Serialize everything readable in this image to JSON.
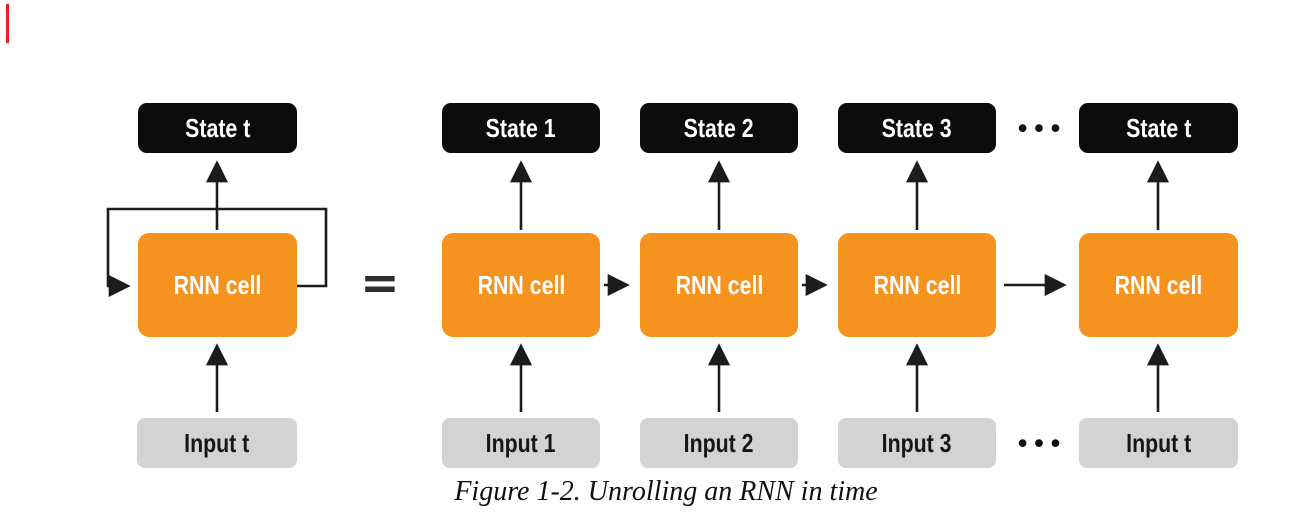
{
  "figure": {
    "caption": "Figure 1-2. Unrolling an RNN in time",
    "equals_sign": "=",
    "ellipsis": "•••",
    "rolled": {
      "state": "State t",
      "cell": "RNN cell",
      "input": "Input t"
    },
    "unrolled": [
      {
        "state": "State 1",
        "cell": "RNN cell",
        "input": "Input 1"
      },
      {
        "state": "State 2",
        "cell": "RNN cell",
        "input": "Input 2"
      },
      {
        "state": "State 3",
        "cell": "RNN cell",
        "input": "Input 3"
      },
      {
        "state": "State t",
        "cell": "RNN cell",
        "input": "Input t"
      }
    ],
    "colors": {
      "cell_orange": "#f6921e",
      "state_black": "#0c0c0c",
      "input_gray": "#d3d3d1",
      "arrow_black": "#1c1c1c",
      "red_mark": "#ec1c24",
      "caption_text": "#101010"
    }
  }
}
